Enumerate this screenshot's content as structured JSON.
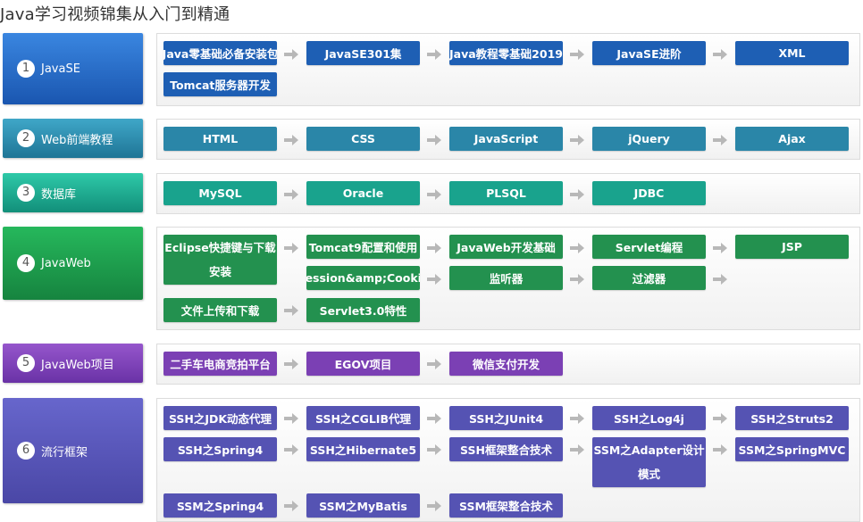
{
  "page": {
    "title": "Java学习视频锦集从入门到精通"
  },
  "colors": {
    "s1": "#1e5fb4",
    "s2": "#2a86a8",
    "s3": "#19a38d",
    "s4": "#23914f",
    "s5": "#7b40b4",
    "s6": "#5553b3",
    "arrow": "#b8b8b8"
  },
  "sections": [
    {
      "num": "1",
      "label": "JavaSE",
      "items": [
        "Java零基础必备安装包",
        "JavaSE301集",
        "Java教程零基础2019",
        "JavaSE进阶",
        "XML",
        "Tomcat服务器开发"
      ]
    },
    {
      "num": "2",
      "label": "Web前端教程",
      "items": [
        "HTML",
        "CSS",
        "JavaScript",
        "jQuery",
        "Ajax"
      ]
    },
    {
      "num": "3",
      "label": "数据库",
      "items": [
        "MySQL",
        "Oracle",
        "PLSQL",
        "JDBC"
      ]
    },
    {
      "num": "4",
      "label": "JavaWeb",
      "items": [
        "Eclipse快捷键与下载安装",
        "Tomcat9配置和使用",
        "JavaWeb开发基础",
        "Servlet编程",
        "JSP",
        "Session&amp;Cookie",
        "监听器",
        "过滤器",
        "文件上传和下载",
        "Servlet3.0特性"
      ]
    },
    {
      "num": "5",
      "label": "JavaWeb项目",
      "items": [
        "二手车电商竞拍平台",
        "EGOV项目",
        "微信支付开发"
      ]
    },
    {
      "num": "6",
      "label": "流行框架",
      "items": [
        "SSH之JDK动态代理",
        "SSH之CGLIB代理",
        "SSH之JUnit4",
        "SSH之Log4j",
        "SSH之Struts2",
        "SSH之Spring4",
        "SSH之Hibernate5",
        "SSH框架整合技术",
        "SSM之Adapter设计模式",
        "SSM之SpringMVC",
        "SSM之Spring4",
        "SSM之MyBatis",
        "SSM框架整合技术"
      ]
    }
  ]
}
